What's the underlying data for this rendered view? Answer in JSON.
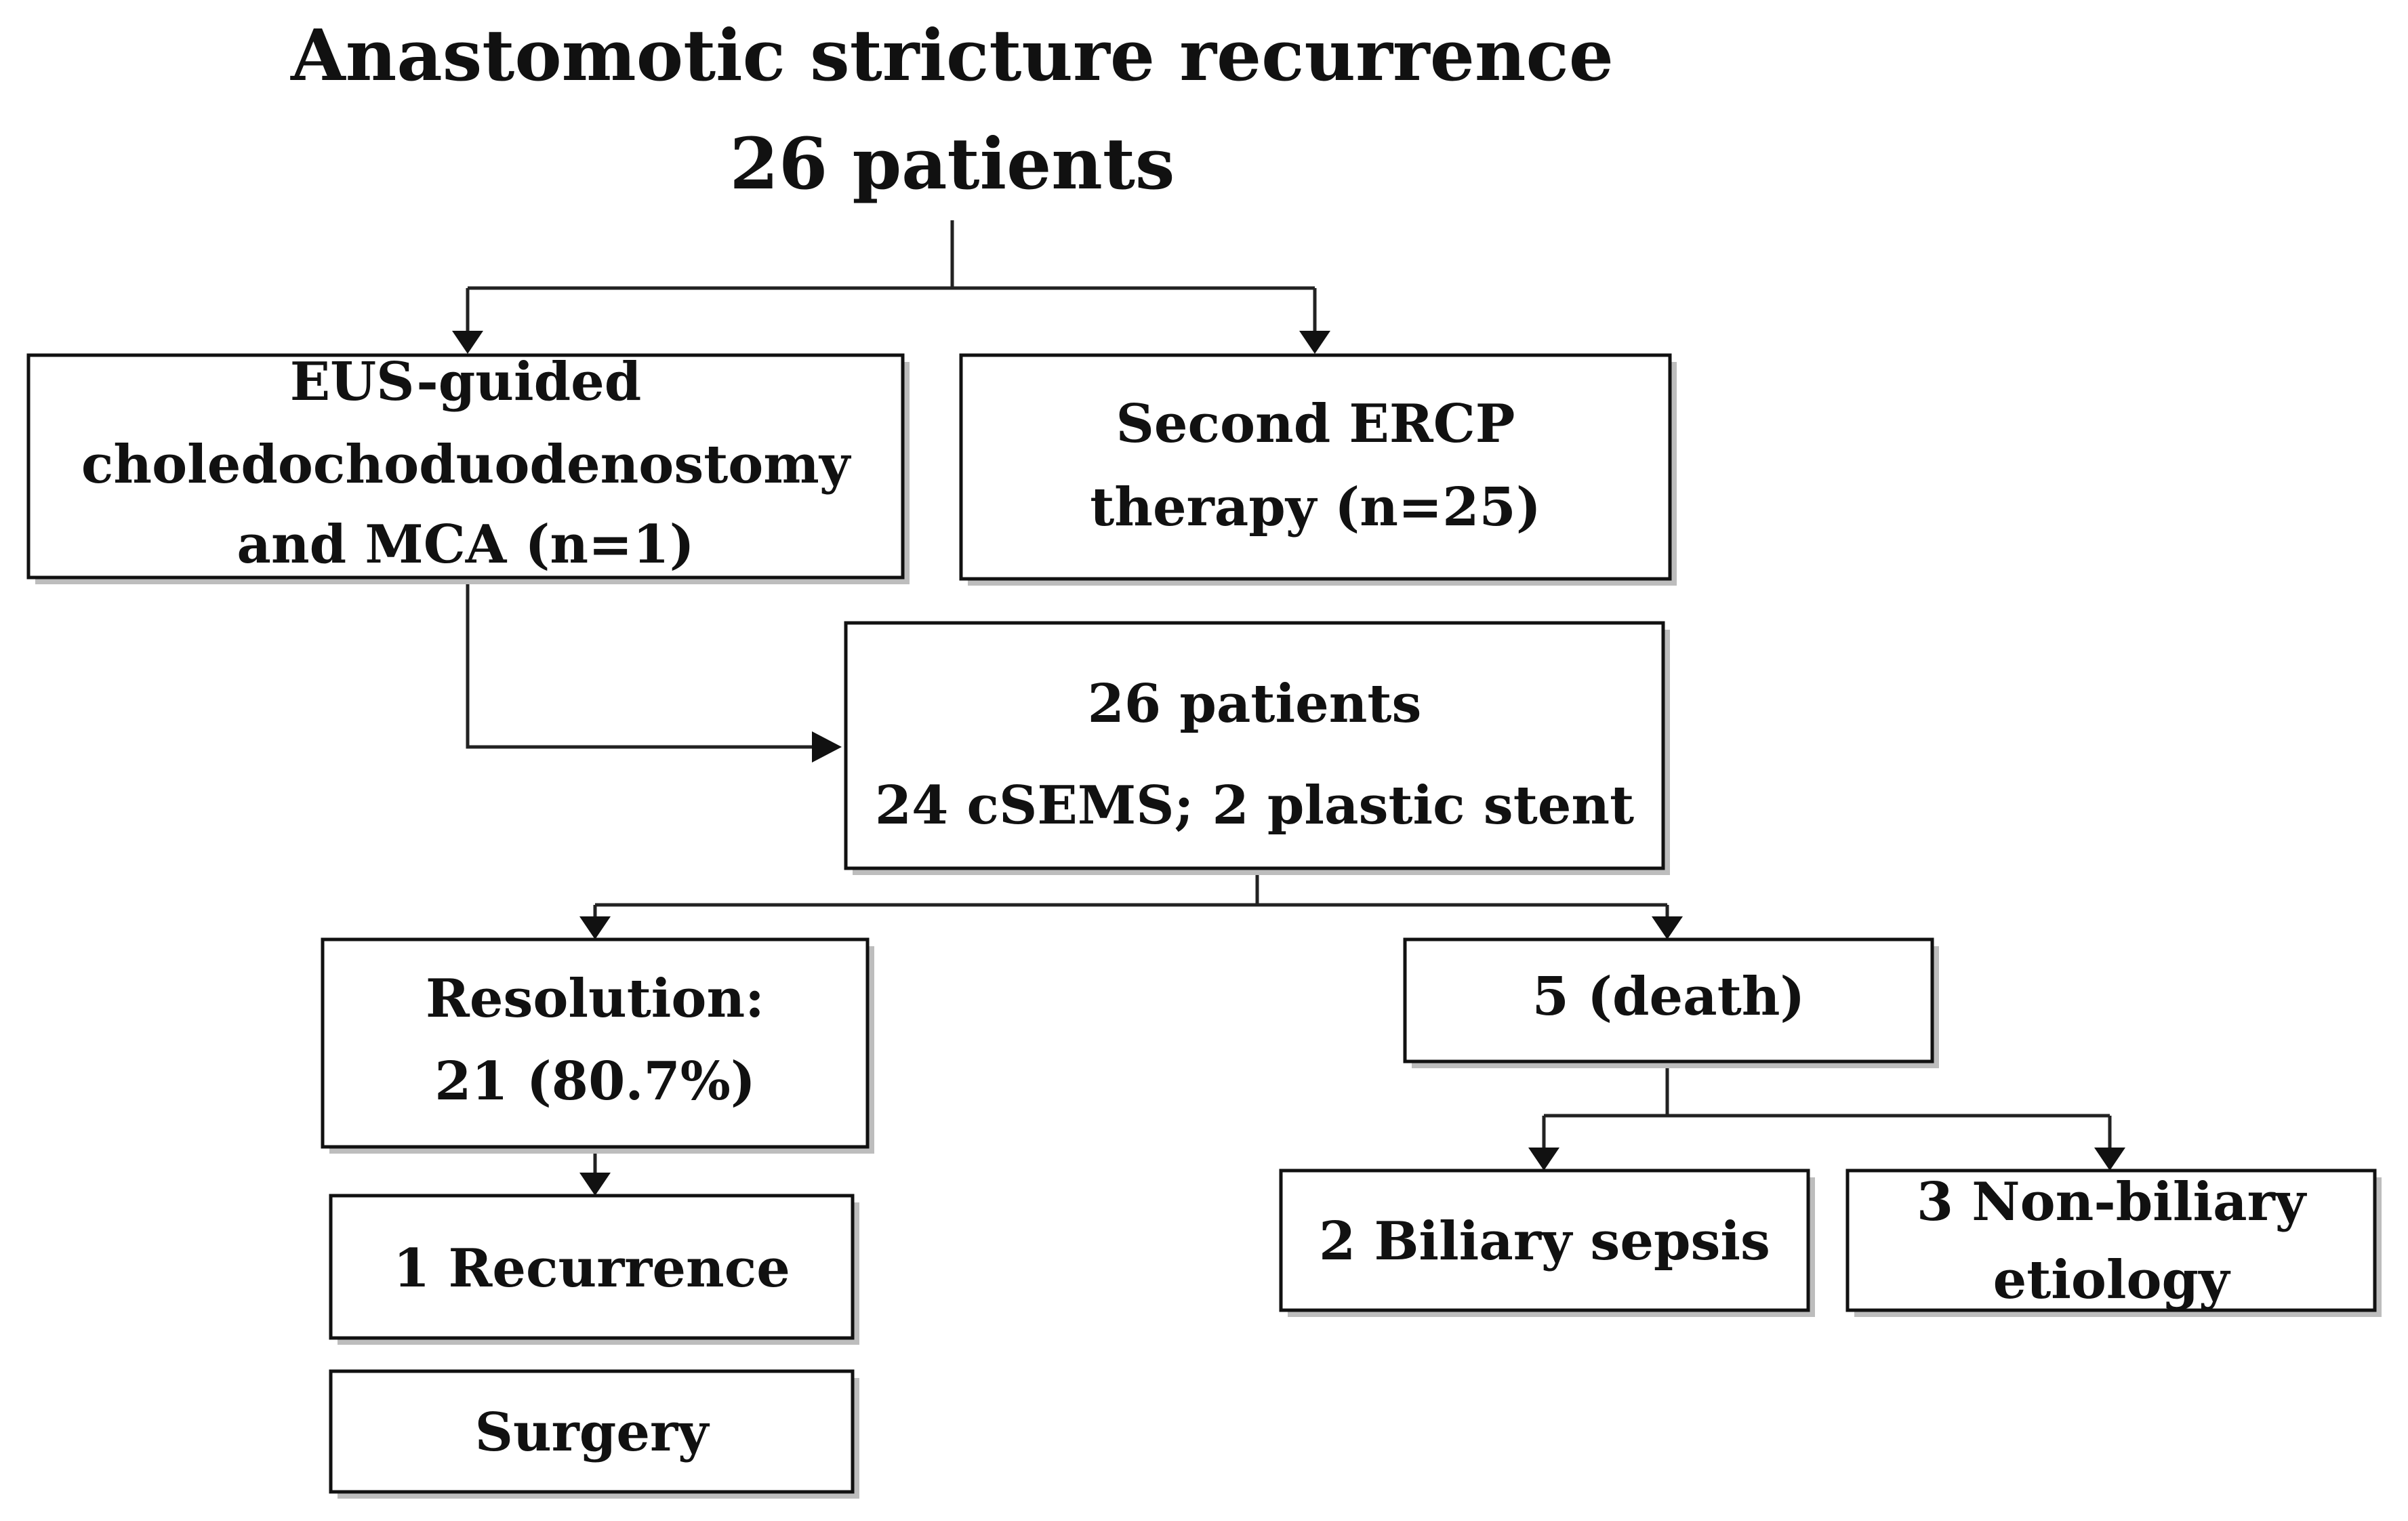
{
  "title": {
    "line1": "Anastomotic stricture recurrence",
    "line2": "26 patients"
  },
  "nodes": {
    "eus": {
      "lines": [
        "EUS-guided",
        "choledochoduodenostomy",
        "and MCA (n=1)"
      ]
    },
    "ercp": {
      "lines": [
        "Second ERCP",
        "therapy (n=25)"
      ]
    },
    "combined": {
      "lines": [
        "26 patients",
        "24 cSEMS; 2 plastic stent"
      ]
    },
    "resolution": {
      "lines": [
        "Resolution:",
        "21 (80.7%)"
      ]
    },
    "death": {
      "lines": [
        "5 (death)"
      ]
    },
    "recurrence": {
      "lines": [
        "1 Recurrence"
      ]
    },
    "surgery": {
      "lines": [
        "Surgery"
      ]
    },
    "biliary_sepsis": {
      "lines": [
        "2 Biliary sepsis"
      ]
    },
    "non_biliary": {
      "lines": [
        "3 Non-biliary",
        "etiology"
      ]
    }
  },
  "colors": {
    "stroke": "#111111",
    "text": "#111111",
    "shadow": "#bdbdbd",
    "background": "#ffffff"
  }
}
